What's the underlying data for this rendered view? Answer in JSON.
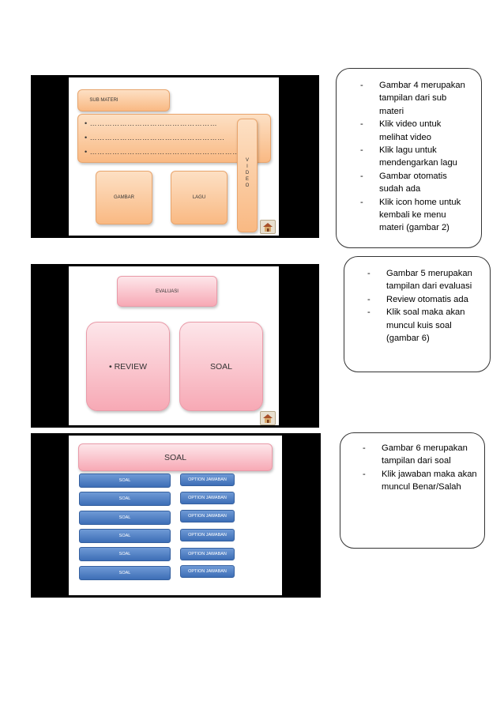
{
  "slide4": {
    "sub_materi": "SUB MATERI",
    "dots": [
      "• ……………………………………………",
      "• ………………………………………………",
      "• ………………………………………………………"
    ],
    "gambar": "GAMBAR",
    "lagu": "LAGU",
    "video_letters": [
      "V",
      "I",
      "D",
      "E",
      "O"
    ]
  },
  "slide5": {
    "evaluasi": "EVALUASI",
    "review": "• REVIEW",
    "soal": "SOAL"
  },
  "slide6": {
    "title": "SOAL",
    "rows": [
      {
        "soal": "SOAL",
        "option": "OPTION JAWABAN"
      },
      {
        "soal": "SOAL",
        "option": "OPTION JAWABAN"
      },
      {
        "soal": "SOAL",
        "option": "OPTION JAWABAN"
      },
      {
        "soal": "SOAL",
        "option": "OPTION JAWABAN"
      },
      {
        "soal": "SOAL",
        "option": "OPTION JAWABAN"
      },
      {
        "soal": "SOAL",
        "option": "OPTION JAWABAN"
      }
    ]
  },
  "note1": [
    [
      "Gambar 4 merupakan",
      "tampilan dari sub",
      "materi"
    ],
    [
      "Klik video untuk",
      "melihat video"
    ],
    [
      "Klik lagu untuk",
      "mendengarkan lagu"
    ],
    [
      "Gambar otomatis",
      "sudah ada"
    ],
    [
      "Klik icon home untuk",
      "kembali ke menu",
      "materi (gambar 2)"
    ]
  ],
  "note2": [
    [
      "Gambar 5 merupakan",
      "tampilan dari evaluasi"
    ],
    [
      "Review otomatis ada"
    ],
    [
      "Klik soal maka akan",
      "muncul kuis soal",
      "(gambar 6)"
    ]
  ],
  "note3": [
    [
      "Gambar 6 merupakan",
      "tampilan dari soal"
    ],
    [
      "Klik jawaban maka akan",
      "muncul Benar/Salah"
    ]
  ],
  "dash": "-"
}
